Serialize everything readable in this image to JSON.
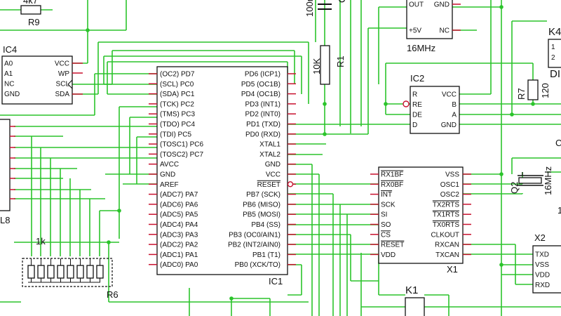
{
  "labels": {
    "r_top": "4k7",
    "r9": "R9",
    "ic4": "IC4",
    "cap": "100n",
    "cap2": "C",
    "r1_val": "10K",
    "r1": "R1",
    "osc_freq": "16MHz",
    "ic2": "IC2",
    "r7": "R7",
    "r7_val": "120",
    "k4": "K4",
    "k4_suffix": "DI",
    "q2": "Q2",
    "q2_freq": "16MHz",
    "l8": "L8",
    "r6_val": "1k",
    "r6": "R6",
    "ic1": "IC1",
    "x1": "X1",
    "x2": "X2",
    "k1": "K1",
    "c_right": "C",
    "right_1": "1",
    "k4_pin1": "1",
    "k4_pin2": "2"
  },
  "osc": {
    "left": [
      "OUT",
      "+5V"
    ],
    "right": [
      "GND",
      "NC"
    ]
  },
  "ic4": {
    "left": [
      "A0",
      "A1",
      "NC",
      "GND"
    ],
    "right": [
      "VCC",
      "WP",
      "SCL",
      "SDA"
    ]
  },
  "ic2": {
    "left": [
      "R",
      "RE",
      "DE",
      "D"
    ],
    "right": [
      "VCC",
      "B",
      "A",
      "GND"
    ]
  },
  "ic1": {
    "left": [
      "(OC2) PD7",
      "(SCL) PC0",
      "(SDA) PC1",
      "(TCK) PC2",
      "(TMS) PC3",
      "(TDO) PC4",
      "(TDI) PC5",
      "(TOSC1) PC6",
      "(TOSC2) PC7",
      "AVCC",
      "GND",
      "AREF",
      "(ADC7) PA7",
      "(ADC6) PA6",
      "(ADC5) PA5",
      "(ADC4) PA4",
      "(ADC3) PA3",
      "(ADC2) PA2",
      "(ADC1) PA1",
      "(ADC0) PA0"
    ],
    "right": [
      "PD6 (ICP1)",
      "PD5 (OC1B)",
      "PD4 (OC1B)",
      "PD3 (INT1)",
      "PD2 (INT0)",
      "PD1 (TXD)",
      "PD0 (RXD)",
      "XTAL1",
      "XTAL2",
      "GND",
      "VCC",
      "RESET",
      "PB7 (SCK)",
      "PB6 (MISO)",
      "PB5 (MOSI)",
      "PB4 (SS)",
      "PB3 (OC0/AIN1)",
      "PB2 (INT2/AIN0)",
      "PB1 (T1)",
      "PB0 (XCK/TO)"
    ]
  },
  "x1": {
    "left": [
      "RX1BF",
      "RX0BF",
      "INT",
      "SCK",
      "SI",
      "SO",
      "CS",
      "RESET",
      "VDD"
    ],
    "right": [
      "VSS",
      "OSC1",
      "OSC2",
      "TX2RTS",
      "TX1RTS",
      "TX0RTS",
      "CLKOUT",
      "RXCAN",
      "TXCAN"
    ]
  },
  "x2": {
    "left": [
      "TXD",
      "VSS",
      "VDD",
      "RXD"
    ]
  }
}
